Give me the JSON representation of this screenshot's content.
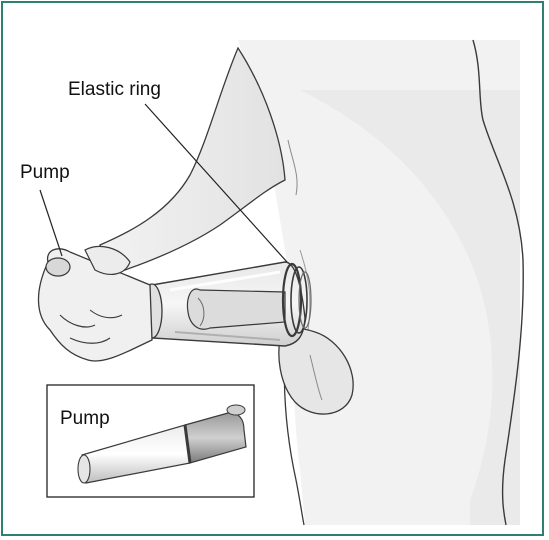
{
  "labels": {
    "elastic_ring": "Elastic ring",
    "pump_main": "Pump",
    "pump_inset": "Pump"
  },
  "colors": {
    "border": "#2f7f73",
    "line": "#3a3a3a",
    "shade": "#d9d9d9"
  }
}
